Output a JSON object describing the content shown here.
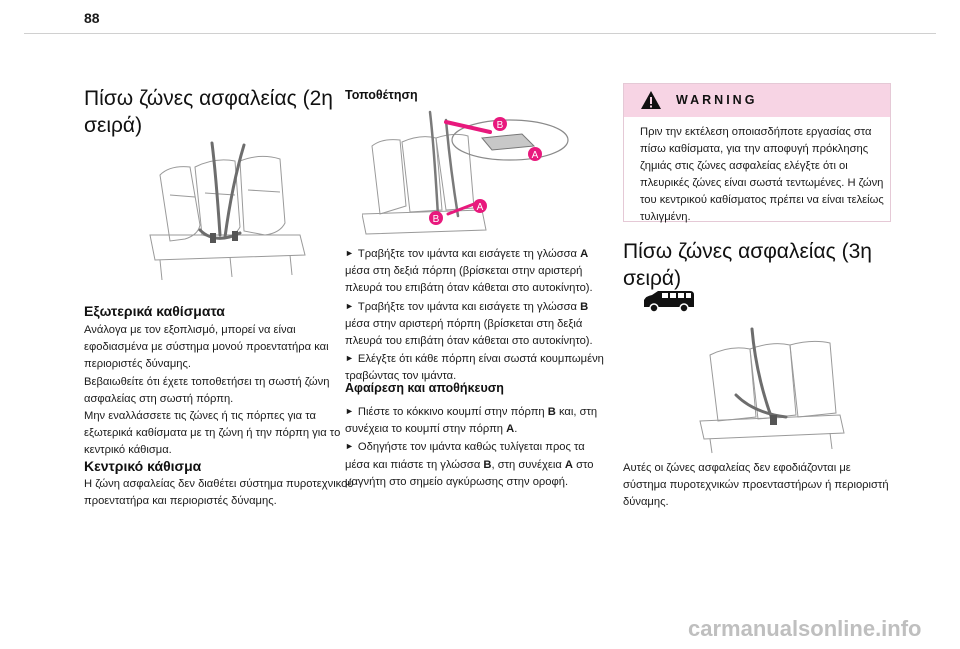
{
  "page": {
    "number": "88"
  },
  "col1": {
    "title": "Πίσω ζώνες ασφαλείας (2η σειρά)",
    "title_line1": "Πίσω ζώνες ασφαλείας (2η",
    "title_line2": "σειρά)",
    "outer_heading": "Εξωτερικά καθίσματα",
    "outer_lines": [
      "Ανάλογα με τον εξοπλισμό, μπορεί να είναι",
      "εφοδιασμένα με σύστημα μονού προεντατήρα και",
      "περιοριστές δύναμης.",
      "Βεβαιωθείτε ότι έχετε τοποθετήσει τη σωστή ζώνη",
      "ασφαλείας στη σωστή πόρπη.",
      "Μην εναλλάσσετε τις ζώνες ή τις πόρπες για τα",
      "εξωτερικά καθίσματα με τη ζώνη ή την πόρπη για το",
      "κεντρικό κάθισμα."
    ],
    "center_heading": "Κεντρικό κάθισμα",
    "center_lines": [
      "Η ζώνη ασφαλείας δεν διαθέτει σύστημα πυροτεχνικού",
      "προεντατήρα και περιοριστές δύναμης."
    ]
  },
  "col2": {
    "fitting_heading": "Τοποθέτηση",
    "labels": {
      "a": "A",
      "b": "B"
    },
    "fitting_lines": [
      [
        "► ",
        "Τραβήξτε τον ιμάντα και εισάγετε τη γλώσσα ",
        "A"
      ],
      [
        "",
        "μέσα στη δεξιά πόρπη (βρίσκεται στην αριστερή",
        ""
      ],
      [
        "",
        "πλευρά του επιβάτη όταν κάθεται στο αυτοκίνητο).",
        ""
      ],
      [
        "► ",
        "Τραβήξτε τον ιμάντα και εισάγετε τη γλώσσα ",
        "B"
      ],
      [
        "",
        "μέσα στην αριστερή πόρπη (βρίσκεται στη δεξιά",
        ""
      ],
      [
        "",
        "πλευρά του επιβάτη όταν κάθεται στο αυτοκίνητο).",
        ""
      ],
      [
        "► ",
        "Ελέγξτε ότι κάθε πόρπη είναι σωστά κουμπωμένη",
        ""
      ],
      [
        "",
        "τραβώντας τον ιμάντα.",
        ""
      ]
    ],
    "removal_heading": "Αφαίρεση και αποθήκευση",
    "removal_l1a": "Πιέστε το κόκκινο κουμπί στην πόρπη ",
    "removal_l1b": "B",
    "removal_l1c": " και, στη",
    "removal_l2a": "συνέχεια το κουμπί στην πόρπη ",
    "removal_l2b": "A",
    "removal_l2c": ".",
    "removal_l3": "Οδηγήστε τον ιμάντα καθώς τυλίγεται προς τα",
    "removal_l4a": "μέσα και πιάστε τη γλώσσα ",
    "removal_l4b": "B",
    "removal_l4c": ", στη συνέχεια ",
    "removal_l4d": "A",
    "removal_l4e": " στο",
    "removal_l5": "μαγνήτη στο σημείο αγκύρωσης στην οροφή."
  },
  "col3": {
    "warning_title": "WARNING",
    "warning_lines": [
      "Πριν την εκτέλεση οποιασδήποτε εργασίας στα",
      "πίσω καθίσματα, για την αποφυγή πρόκλησης",
      "ζημιάς στις ζώνες ασφαλείας ελέγξτε ότι οι",
      "πλευρικές ζώνες είναι σωστά τεντωμένες. Η ζώνη",
      "του κεντρικού καθίσματος πρέπει να είναι τελείως",
      "τυλιγμένη."
    ],
    "title_line1": "Πίσω ζώνες ασφαλείας (3η",
    "title_line2": "σειρά)",
    "note_lines": [
      "Αυτές οι ζώνες ασφαλείας δεν εφοδιάζονται με",
      "σύστημα πυροτεχνικών προενταστήρων ή περιοριστή",
      "δύναμης."
    ]
  },
  "colors": {
    "accent_pink": "#e8197d",
    "warning_bg": "#f7d4e4"
  },
  "watermark": "carmanualsonline.info"
}
